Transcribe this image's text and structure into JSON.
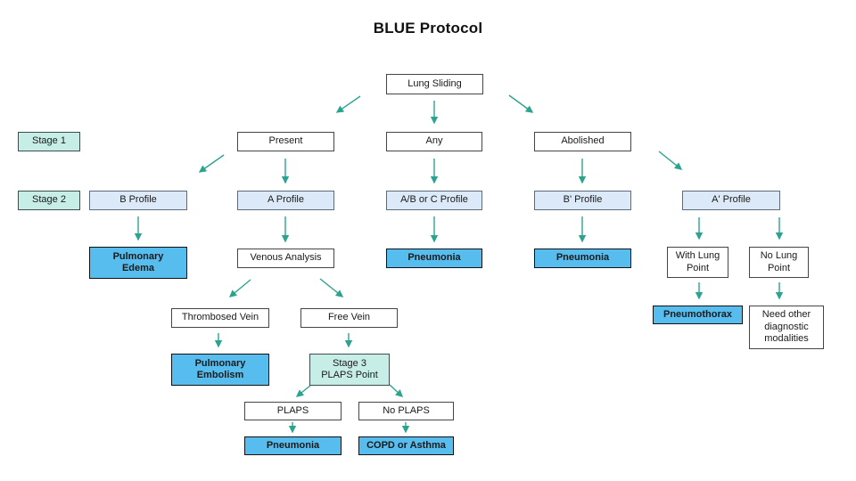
{
  "title": "BLUE Protocol",
  "colors": {
    "arrow": "#2aa48f",
    "stage_fill": "#c7ede7",
    "profile_fill": "#dce9f8",
    "diagnosis_fill": "#56bdee"
  },
  "nodes": {
    "lung_sliding": {
      "label": "Lung Sliding"
    },
    "stage1": {
      "label": "Stage 1"
    },
    "present": {
      "label": "Present"
    },
    "any": {
      "label": "Any"
    },
    "abolished": {
      "label": "Abolished"
    },
    "stage2": {
      "label": "Stage 2"
    },
    "b_profile": {
      "label": "B Profile"
    },
    "a_profile": {
      "label": "A Profile"
    },
    "ab_c_profile": {
      "label": "A/B or C Profile"
    },
    "b_prime_profile": {
      "label": "B' Profile"
    },
    "a_prime_profile": {
      "label": "A' Profile"
    },
    "pulmonary_edema": {
      "label": "Pulmonary\nEdema"
    },
    "venous_analysis": {
      "label": "Venous Analysis"
    },
    "pneumonia_abc": {
      "label": "Pneumonia"
    },
    "pneumonia_b_prime": {
      "label": "Pneumonia"
    },
    "with_lung_point": {
      "label": "With Lung\nPoint"
    },
    "no_lung_point": {
      "label": "No Lung\nPoint"
    },
    "thrombosed_vein": {
      "label": "Thrombosed Vein"
    },
    "free_vein": {
      "label": "Free Vein"
    },
    "pneumothorax": {
      "label": "Pneumothorax"
    },
    "need_other_modalities": {
      "label": "Need other\ndiagnostic\nmodalities"
    },
    "pulmonary_embolism": {
      "label": "Pulmonary\nEmbolism"
    },
    "stage3_plaps_point": {
      "label": "Stage 3\nPLAPS Point"
    },
    "plaps": {
      "label": "PLAPS"
    },
    "no_plaps": {
      "label": "No PLAPS"
    },
    "pneumonia_plaps": {
      "label": "Pneumonia"
    },
    "copd_or_asthma": {
      "label": "COPD or Asthma"
    }
  }
}
